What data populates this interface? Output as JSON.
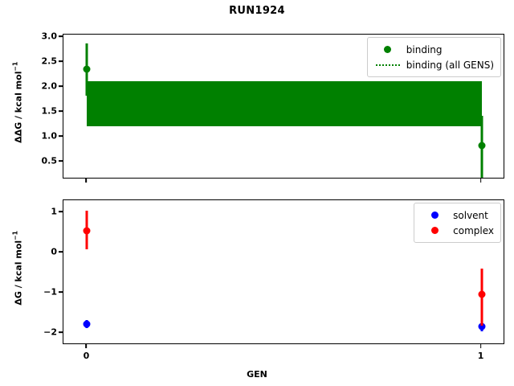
{
  "figure": {
    "title": "RUN1924",
    "xlabel": "GEN",
    "xticks": [
      "0",
      "1"
    ]
  },
  "colors": {
    "binding": "#008000",
    "solvent": "#0000ff",
    "complex": "#ff0000",
    "axis": "#000000",
    "background": "#ffffff"
  },
  "panels": {
    "top": {
      "ylabel": "ΔΔG / kcal mol",
      "ylabel_sup": "−1",
      "yticks": [
        "3.0",
        "2.5",
        "2.0",
        "1.5",
        "1.0",
        "0.5"
      ],
      "legend": [
        {
          "label": "binding",
          "key": "dot",
          "color": "#008000"
        },
        {
          "label": "binding (all GENS)",
          "key": "dotted-line",
          "color": "#008000"
        }
      ]
    },
    "bottom": {
      "ylabel": "ΔG / kcal mol",
      "ylabel_sup": "−1",
      "yticks": [
        "1",
        "0",
        "−1",
        "−2"
      ],
      "legend": [
        {
          "label": "solvent",
          "key": "dot",
          "color": "#0000ff"
        },
        {
          "label": "complex",
          "key": "dot",
          "color": "#ff0000"
        }
      ]
    }
  },
  "chart_data": [
    {
      "type": "scatter",
      "panel": "top",
      "title": "RUN1924",
      "xlabel": "GEN",
      "ylabel": "ΔΔG / kcal mol⁻¹",
      "xlim": [
        -0.06,
        1.06
      ],
      "ylim": [
        0.15,
        3.05
      ],
      "yticks": [
        0.5,
        1.0,
        1.5,
        2.0,
        2.5,
        3.0
      ],
      "xticks": [
        0,
        1
      ],
      "grid": false,
      "legend_position": "upper right",
      "series": [
        {
          "name": "binding",
          "color": "#008000",
          "marker": "o",
          "x": [
            0,
            1
          ],
          "values": [
            2.35,
            0.82
          ],
          "yerr_low": [
            1.82,
            0.18
          ],
          "yerr_high": [
            2.87,
            1.42
          ]
        },
        {
          "name": "binding (all GENS)",
          "color": "#008000",
          "style": "dotted-band",
          "band_low": 1.22,
          "band_high": 2.11,
          "spans_x": [
            0,
            1
          ]
        }
      ]
    },
    {
      "type": "scatter",
      "panel": "bottom",
      "xlabel": "GEN",
      "ylabel": "ΔG / kcal mol⁻¹",
      "xlim": [
        -0.06,
        1.06
      ],
      "ylim": [
        -2.3,
        1.3
      ],
      "yticks": [
        -2,
        -1,
        0,
        1
      ],
      "xticks": [
        0,
        1
      ],
      "grid": false,
      "legend_position": "upper right",
      "series": [
        {
          "name": "solvent",
          "color": "#0000ff",
          "marker": "o",
          "x": [
            0,
            1
          ],
          "values": [
            -1.78,
            -1.84
          ],
          "yerr_low": [
            -1.88,
            -1.96
          ],
          "yerr_high": [
            -1.68,
            -1.72
          ]
        },
        {
          "name": "complex",
          "color": "#ff0000",
          "marker": "o",
          "x": [
            0,
            1
          ],
          "values": [
            0.55,
            -1.03
          ],
          "yerr_low": [
            0.08,
            -1.82
          ],
          "yerr_high": [
            1.05,
            -0.4
          ]
        }
      ]
    }
  ]
}
